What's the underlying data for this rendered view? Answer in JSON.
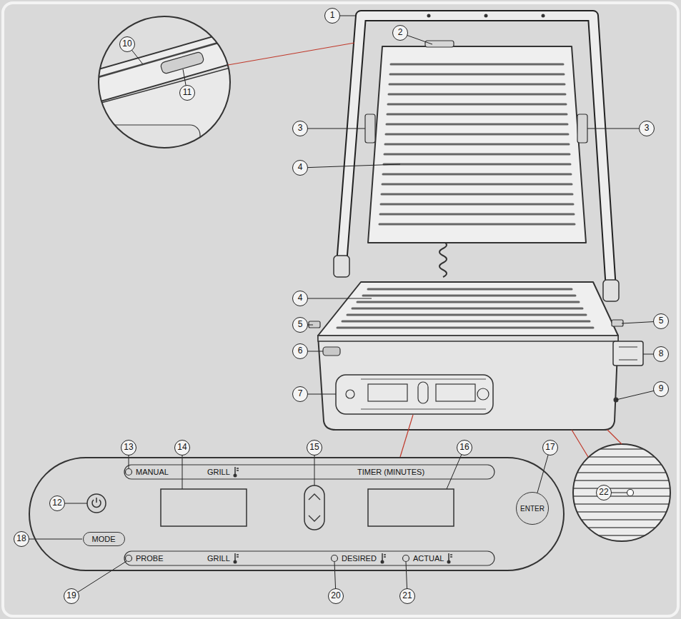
{
  "diagram": {
    "nodes": [
      {
        "text": [
          "1"
        ]
      },
      {
        "text": [
          "2"
        ]
      },
      {
        "text": [
          "3"
        ]
      },
      {
        "text": [
          "3"
        ]
      },
      {
        "text": [
          "4"
        ]
      },
      {
        "text": [
          "4"
        ]
      },
      {
        "text": [
          "5"
        ]
      },
      {
        "text": [
          "5"
        ]
      },
      {
        "text": [
          "6"
        ]
      },
      {
        "text": [
          "7"
        ]
      },
      {
        "text": [
          "8"
        ]
      },
      {
        "text": [
          "9"
        ]
      },
      {
        "text": [
          "10"
        ]
      },
      {
        "text": [
          "11"
        ]
      },
      {
        "text": [
          "MANUAL",
          "GRILL",
          "TIMER (MINUTES)",
          "PROBE",
          "GRILL",
          "DESIRED",
          "ACTUAL"
        ]
      },
      {
        "text": [
          "12"
        ],
        "in": 14
      },
      {
        "text": [
          "13"
        ]
      },
      {
        "text": [
          "14"
        ]
      },
      {
        "text": [
          "15"
        ]
      },
      {
        "text": [
          "16"
        ]
      },
      {
        "text": [
          "17"
        ]
      },
      {
        "text": [
          "MODE"
        ],
        "in": 14
      },
      {
        "text": [
          "ENTER"
        ],
        "in": 14
      },
      {
        "text": [
          "18"
        ]
      },
      {
        "text": [
          "19"
        ]
      },
      {
        "text": [
          "20"
        ]
      },
      {
        "text": [
          "21"
        ]
      },
      {
        "text": [
          "22"
        ]
      }
    ]
  }
}
